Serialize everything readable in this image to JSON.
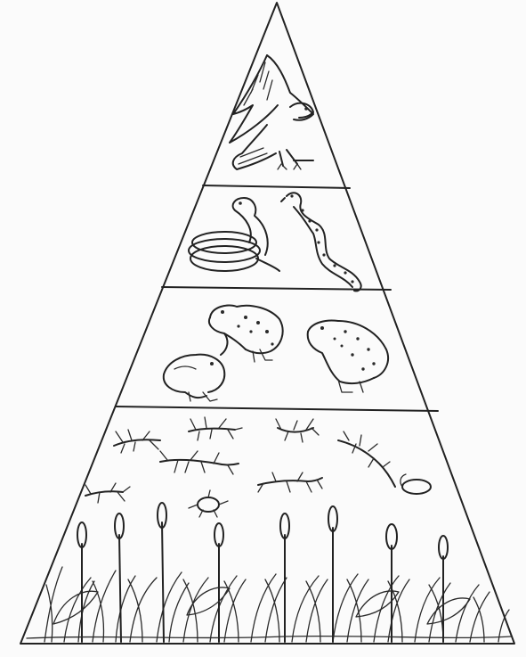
{
  "diagram": {
    "type": "food-pyramid",
    "levels": [
      {
        "tier": 1,
        "organism": "hawk",
        "icon": "hawk-icon"
      },
      {
        "tier": 2,
        "organism": "snakes",
        "icon": "snake-icon",
        "count": 2
      },
      {
        "tier": 3,
        "organism": "frogs and toads",
        "icon": "frog-icon",
        "count": 3
      },
      {
        "tier": 4,
        "organism": "insects",
        "icon": "insect-icon"
      },
      {
        "tier": 4,
        "organism": "plants",
        "icon": "plant-icon"
      }
    ],
    "colors": {
      "background": "#fbfbfb",
      "ink": "#222222"
    }
  }
}
